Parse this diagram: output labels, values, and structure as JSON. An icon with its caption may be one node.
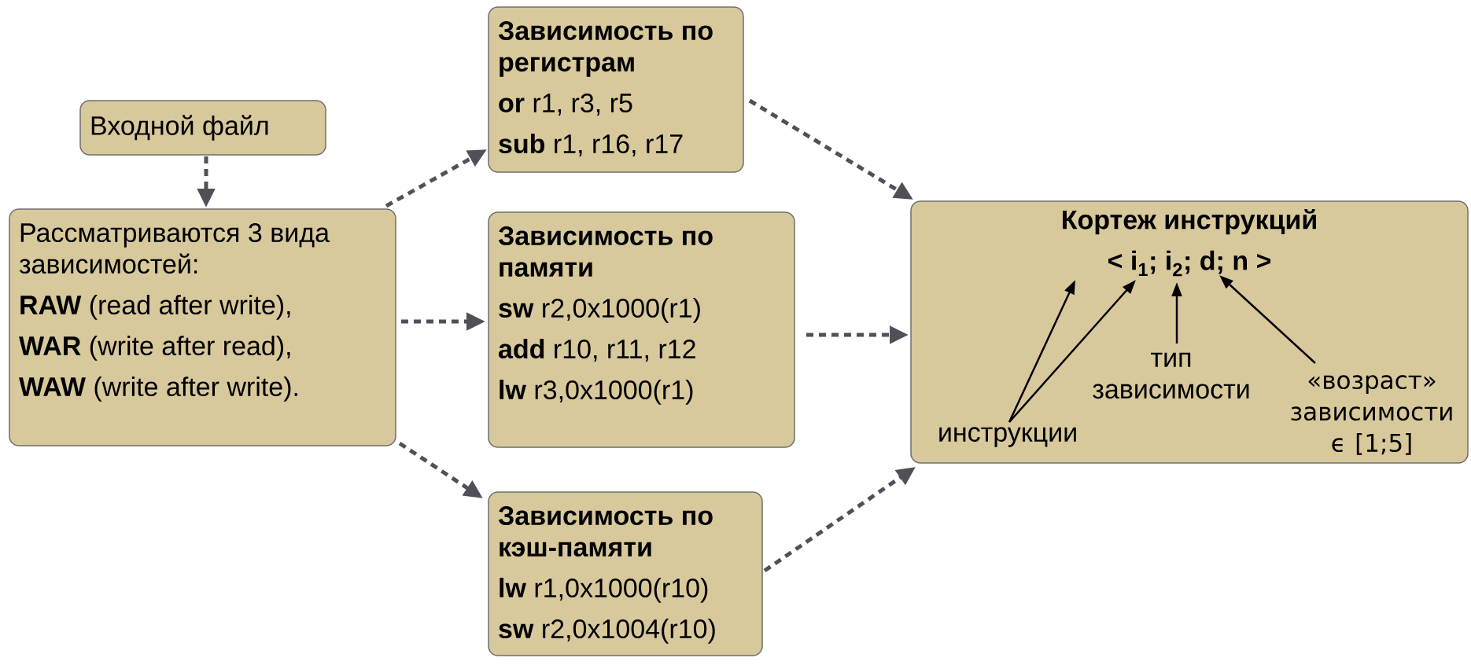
{
  "diagram": {
    "nodes": [
      {
        "text": [
          "Входной файл"
        ]
      },
      {
        "text": [
          "Рассматриваются 3 вида зависимостей:",
          "**RAW** (read after write),",
          "**WAR** (write after read),",
          "**WAW** (write after write)."
        ]
      },
      {
        "text": [
          "Зависимость по регистрам",
          "**or**  r1, r3, r5",
          "**sub**  r1, r16, r17"
        ]
      },
      {
        "text": [
          "Зависимость по памяти",
          "**sw** r2,0x1000(r1)",
          "**add** r10, r11, r12",
          "**lw** r3,0x1000(r1)"
        ]
      },
      {
        "text": [
          "Зависимость по кэш-памяти",
          "**lw** r1,0x1000(r10)",
          "**sw** r2,0x1004(r10)"
        ]
      },
      {
        "text": [
          "Кортеж инструкций",
          "< i$_{1}$; i$_{2}$; d; n >"
        ]
      },
      {
        "text": [
          "инструкции"
        ],
        "in": 5
      },
      {
        "text": [
          "тип зависимости"
        ],
        "in": 5
      },
      {
        "text": [
          "«возраст» зависимости ϵ [1;5]"
        ],
        "in": 5
      }
    ],
    "edges": [
      {
        "from": 0,
        "to": 1,
        "arrow": "to",
        "style": "dashed"
      },
      {
        "from": 1,
        "to": 2,
        "arrow": "to",
        "style": "dashed"
      },
      {
        "from": 1,
        "to": 3,
        "arrow": "to",
        "style": "dashed"
      },
      {
        "from": 1,
        "to": 4,
        "arrow": "to",
        "style": "dashed"
      },
      {
        "from": 2,
        "to": 5,
        "arrow": "to",
        "style": "dashed"
      },
      {
        "from": 3,
        "to": 5,
        "arrow": "to",
        "style": "dashed"
      },
      {
        "from": 4,
        "to": 5,
        "arrow": "to",
        "style": "dashed"
      },
      {
        "from": 6,
        "to": null,
        "arrow": "to",
        "color": "#000000"
      },
      {
        "from": 6,
        "to": null,
        "arrow": "to",
        "color": "#000000"
      },
      {
        "from": 7,
        "to": null,
        "arrow": "to",
        "color": "#000000"
      },
      {
        "from": 8,
        "to": null,
        "arrow": "to",
        "color": "#000000"
      }
    ]
  }
}
